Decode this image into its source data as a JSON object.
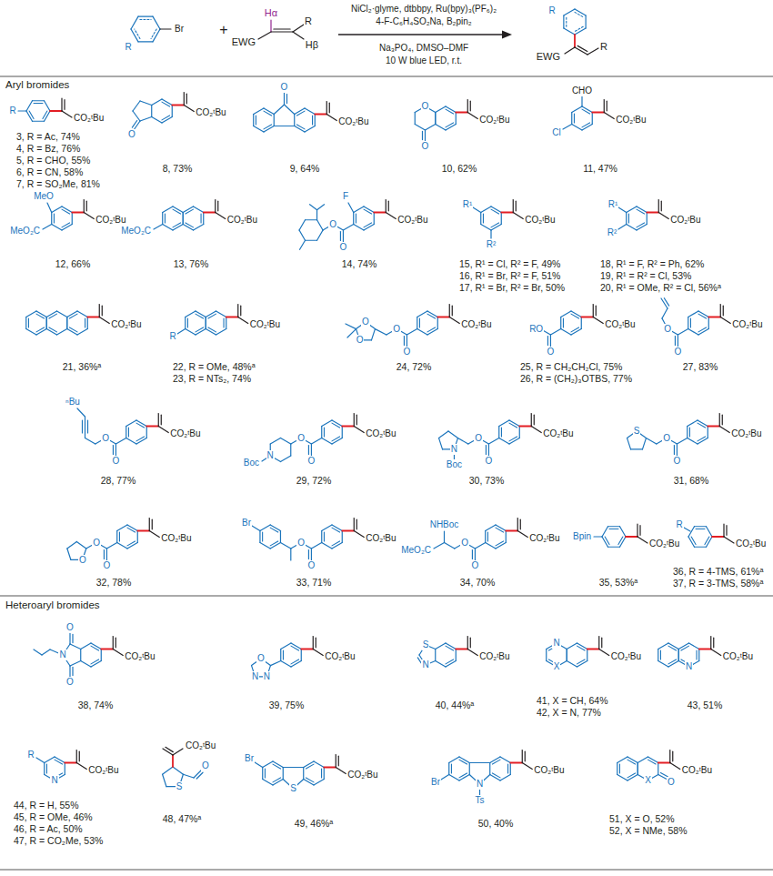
{
  "diagram": {
    "labels": [
      "Br",
      "R",
      "+",
      "EWG",
      "Hα",
      "R",
      "Hβ",
      "NiCl₂·glyme, dtbbpy, Ru(bpy)₃(PF₆)₂",
      "4-F-C₆H₄SO₂Na, B₂pin₂",
      "Na₃PO₄, DMSO–DMF",
      "10 W blue LED, r.t.",
      "R",
      "EWG",
      "R",
      "Aryl bromides",
      "R",
      "CO₂ᵗBu",
      "3, R = Ac, 74%",
      "4, R = Bz, 76%",
      "5, R = CHO, 55%",
      "6, R = CN, 58%",
      "7, R = SO₂Me, 81%",
      "O",
      "CO₂ᵗBu",
      "8, 73%",
      "O",
      "CO₂ᵗBu",
      "9, 64%",
      "O",
      "O",
      "CO₂ᵗBu",
      "10, 62%",
      "CHO",
      "Cl",
      "CO₂ᵗBu",
      "11, 47%",
      "MeO",
      "MeO₂C",
      "CO₂ᵗBu",
      "12, 66%",
      "MeO₂C",
      "CO₂ᵗBu",
      "13, 76%",
      "O",
      "O",
      "F",
      "CO₂ᵗBu",
      "14, 74%",
      "R¹",
      "R²",
      "CO₂ᵗBu",
      "15, R¹ = Cl, R² = F, 49%",
      "16, R¹ = Br, R² = F, 51%",
      "17, R¹ = Br, R² = Br, 50%",
      "R¹",
      "R²",
      "CO₂ᵗBu",
      "18, R¹ = F, R² = Ph, 62%",
      "19, R¹ = R² = Cl, 53%",
      "20, R¹ = OMe, R² = Cl, 56%ᵃ",
      "CO₂ᵗBu",
      "21, 36%ᵃ",
      "R",
      "CO₂ᵗBu",
      "22, R = OMe, 48%ᵃ",
      "23, R = NTs₂, 74%",
      "O",
      "O",
      "O",
      "O",
      "CO₂ᵗBu",
      "24, 72%",
      "O",
      "RO",
      "CO₂ᵗBu",
      "25, R = CH₂CH₂Cl, 75%",
      "26, R = (CH₂)₃OTBS, 77%",
      "O",
      "O",
      "CO₂ᵗBu",
      "27, 83%",
      "O",
      "O",
      "ⁿBu",
      "CO₂ᵗBu",
      "28, 77%",
      "O",
      "O",
      "N",
      "Boc",
      "CO₂ᵗBu",
      "29, 72%",
      "O",
      "O",
      "N",
      "Boc",
      "CO₂ᵗBu",
      "30, 73%",
      "O",
      "O",
      "S",
      "CO₂ᵗBu",
      "31, 68%",
      "O",
      "O",
      "O",
      "CO₂ᵗBu",
      "32, 78%",
      "O",
      "O",
      "Br",
      "CO₂ᵗBu",
      "33, 71%",
      "O",
      "O",
      "NHBoc",
      "MeO₂C",
      "CO₂ᵗBu",
      "34, 70%",
      "Bpin",
      "CO₂ᵗBu",
      "35, 53%ᵃ",
      "R",
      "CO₂ᵗBu",
      "36, R = 4-TMS, 61%ᵃ",
      "37, R = 3-TMS, 58%ᵃ",
      "Heteroaryl bromides",
      "O",
      "N",
      "O",
      "CO₂ᵗBu",
      "38, 74%",
      "O",
      "N",
      "N",
      "CO₂ᵗBu",
      "39, 75%",
      "S",
      "N",
      "CO₂ᵗBu",
      "40, 44%ᵃ",
      "N",
      "X",
      "CO₂ᵗBu",
      "41, X = CH, 64%",
      "42, X = N, 77%",
      "N",
      "CO₂ᵗBu",
      "43, 51%",
      "R",
      "N",
      "CO₂ᵗBu",
      "44, R = H, 55%",
      "45, R = OMe, 46%",
      "46, R = Ac, 50%",
      "47, R = CO₂Me, 53%",
      "CO₂ᵗBu",
      "S",
      "O",
      "48, 47%ᵃ",
      "Br",
      "S",
      "CO₂ᵗBu",
      "49, 46%ᵃ",
      "Br",
      "N",
      "Ts",
      "CO₂ᵗBu",
      "50, 40%",
      "X",
      "O",
      "CO₂ᵗBu",
      "51, X = O, 52%",
      "52, X = NMe, 58%"
    ]
  }
}
